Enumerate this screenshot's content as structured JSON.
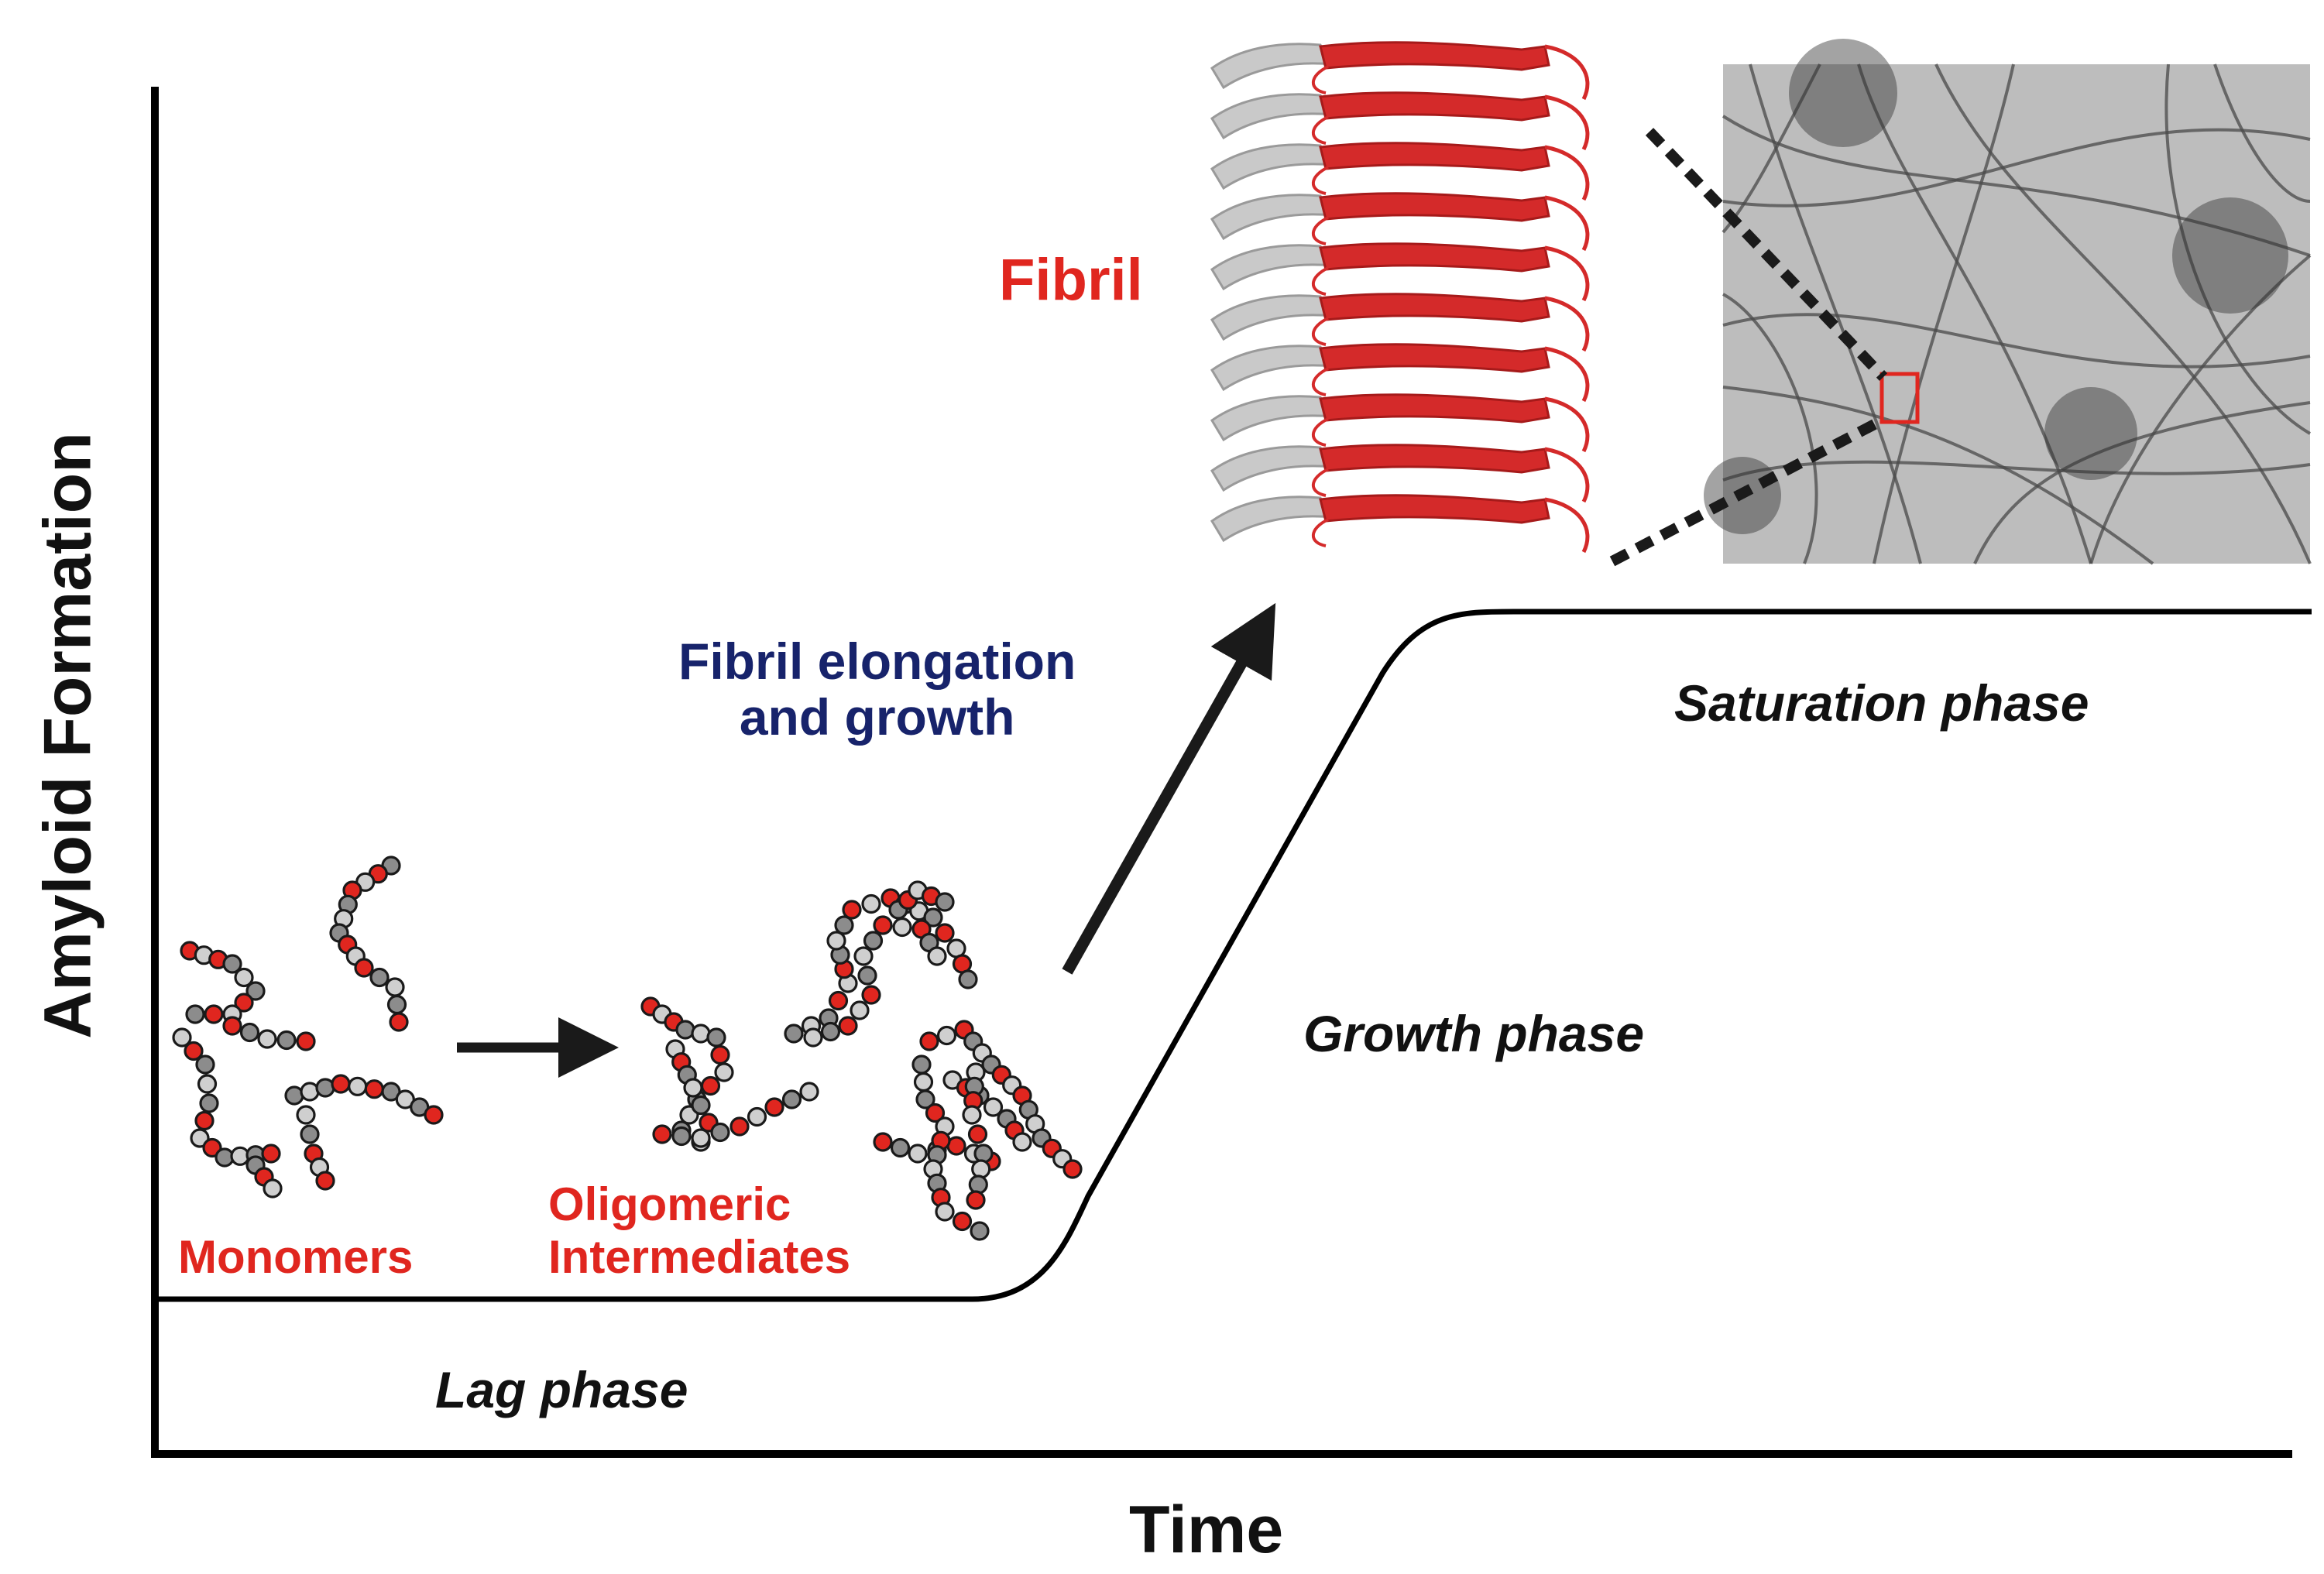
{
  "labels": {
    "y_axis": "Amyloid Formation",
    "x_axis": "Time",
    "lag_phase": "Lag phase",
    "growth_phase": "Growth phase",
    "saturation_phase": "Saturation phase",
    "monomers": "Monomers",
    "oligomeric_intermediates": [
      "Oligomeric",
      "Intermediates"
    ],
    "fibril": "Fibril",
    "fibril_elongation": [
      "Fibril elongation",
      "and growth"
    ]
  },
  "colors": {
    "curve": "#000000",
    "red_residue": "#e0261f",
    "gray_residue": "#8c8c8c",
    "light_residue": "#cfcfcf",
    "fibril_red": "#d42a2a",
    "fibril_gray": "#c9c9c9",
    "label_red": "#e0261f",
    "label_navy": "#17236b",
    "tem_background": "#bdbdbd"
  },
  "icons": {
    "fibril_structure": "beta-sheet-fibril-icon",
    "micrograph": "tem-micrograph-image",
    "monomer_chain": "peptide-chain-icon"
  }
}
